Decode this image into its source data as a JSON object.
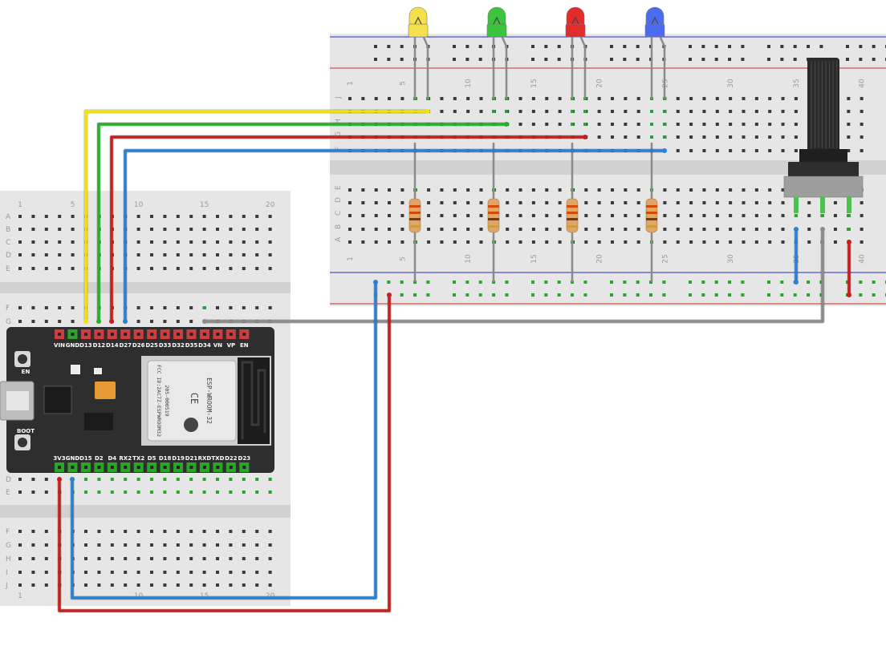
{
  "esp32": {
    "top_pins": [
      "VIN",
      "GND",
      "D13",
      "D12",
      "D14",
      "D27",
      "D26",
      "D25",
      "D33",
      "D32",
      "D35",
      "D34",
      "VN",
      "VP",
      "EN"
    ],
    "bottom_pins": [
      "3V3",
      "GND",
      "D15",
      "D2",
      "D4",
      "RX2",
      "TX2",
      "D5",
      "D18",
      "D19",
      "D21",
      "RXD",
      "TXD",
      "D22",
      "D23"
    ],
    "button_en": "EN",
    "button_boot": "BOOT",
    "module_text_1": "ESP-WROOM-32",
    "module_text_2": "FCC ID:2AC7Z-ESPWROOM32",
    "module_text_3": "205-000519"
  },
  "left_breadboard": {
    "col_numbers": [
      "1",
      "5",
      "10",
      "15",
      "20"
    ],
    "row_letters_top": [
      "A",
      "B",
      "C",
      "D",
      "E"
    ],
    "row_letters_bottom": [
      "F",
      "G",
      "H",
      "I",
      "J"
    ]
  },
  "right_breadboard": {
    "col_numbers": [
      "1",
      "5",
      "10",
      "15",
      "20",
      "25",
      "30",
      "35",
      "40"
    ],
    "row_letters_top": [
      "J",
      "I",
      "H",
      "G",
      "F"
    ],
    "row_letters_bottom": [
      "E",
      "D",
      "C",
      "B",
      "A"
    ]
  },
  "leds": [
    {
      "name": "yellow",
      "color": "#f4e04d"
    },
    {
      "name": "green",
      "color": "#3cc43c"
    },
    {
      "name": "red",
      "color": "#e22b2b"
    },
    {
      "name": "blue",
      "color": "#4b6cf0"
    }
  ],
  "wire_colors": {
    "yellow": "#f5e400",
    "green": "#22b422",
    "red": "#c81e1e",
    "blue": "#2a7fd6",
    "gray": "#8c8c8c"
  }
}
